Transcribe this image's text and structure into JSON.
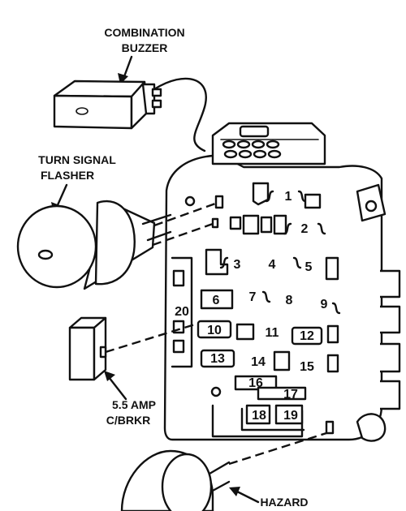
{
  "labels": {
    "buzzer_line1": "COMBINATION",
    "buzzer_line2": "BUZZER",
    "flasher_line1": "TURN SIGNAL",
    "flasher_line2": "FLASHER",
    "breaker_line1": "5.5 AMP",
    "breaker_line2": "C/BRKR",
    "hazard": "HAZARD"
  },
  "fuse_positions": [
    "1",
    "2",
    "3",
    "4",
    "5",
    "6",
    "7",
    "8",
    "9",
    "10",
    "11",
    "12",
    "13",
    "14",
    "15",
    "16",
    "17",
    "18",
    "19",
    "20"
  ],
  "colors": {
    "ink": "#111111",
    "background": "#ffffff"
  }
}
